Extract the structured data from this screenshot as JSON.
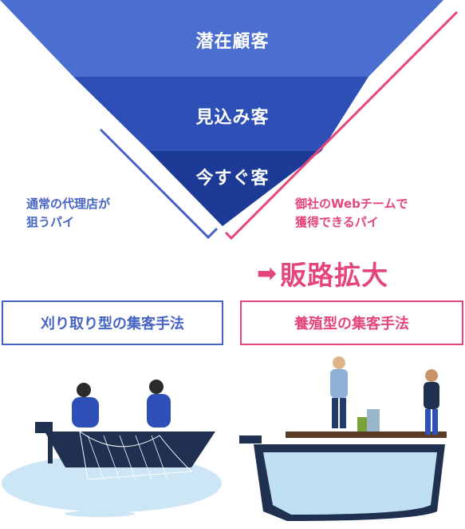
{
  "funnel": {
    "levels": [
      {
        "label": "潜在顧客",
        "color": "#4a6fd0"
      },
      {
        "label": "見込み客",
        "color": "#2d4fb6"
      },
      {
        "label": "今すぐ客",
        "color": "#1c3a96"
      }
    ]
  },
  "left_bracket": {
    "line1": "通常の代理店が",
    "line2": "狙うパイ",
    "color": "#4763c4"
  },
  "right_bracket": {
    "line1": "御社のWebチームで",
    "line2": "獲得できるパイ",
    "color": "#e5467a"
  },
  "expansion": {
    "arrow": "➡",
    "label": "販路拡大",
    "color": "#e5467a"
  },
  "methods": {
    "left": {
      "label": "刈り取り型の集客手法",
      "color": "#4763c4"
    },
    "right": {
      "label": "養殖型の集客手法",
      "color": "#e5467a"
    }
  }
}
